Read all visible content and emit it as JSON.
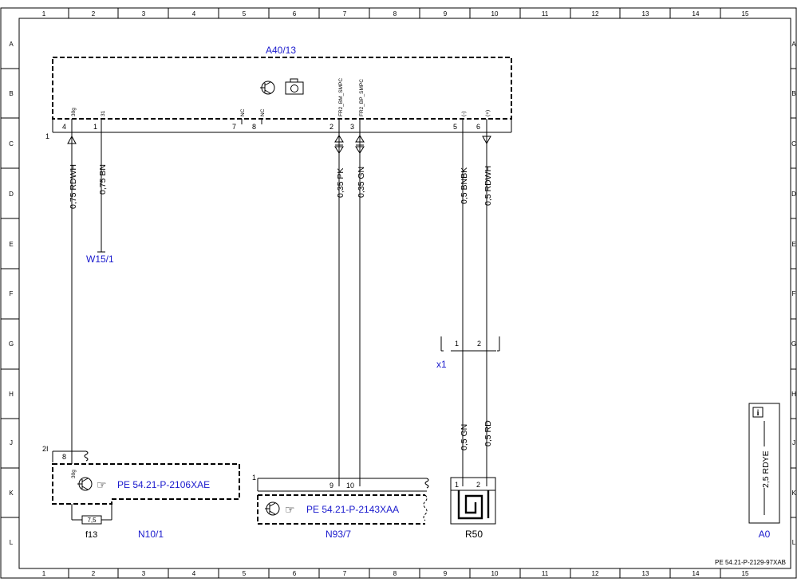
{
  "grid": {
    "columns": [
      "1",
      "2",
      "3",
      "4",
      "5",
      "6",
      "7",
      "8",
      "9",
      "10",
      "11",
      "12",
      "13",
      "14",
      "15"
    ],
    "rows": [
      "A",
      "B",
      "C",
      "D",
      "E",
      "F",
      "G",
      "H",
      "J",
      "K",
      "L"
    ]
  },
  "components": {
    "a40": {
      "label": "A40/13",
      "connector": "1",
      "pins": [
        {
          "num": "4",
          "name": "30g"
        },
        {
          "num": "1",
          "name": "31"
        },
        {
          "num": "7",
          "name": "NC"
        },
        {
          "num": "8",
          "name": "NC"
        },
        {
          "num": "2",
          "name": "FR2_BM_SMPC"
        },
        {
          "num": "3",
          "name": "FR2_BP_SMPC"
        },
        {
          "num": "5",
          "name": "(-)"
        },
        {
          "num": "6",
          "name": "(+)"
        }
      ]
    },
    "w15": {
      "label": "W15/1"
    },
    "x1": {
      "label": "x1",
      "pins": [
        "1",
        "2"
      ]
    },
    "n10": {
      "label": "N10/1",
      "connector": "2I",
      "pin": "8",
      "pin_name": "30g",
      "ref": "PE 54.21-P-2106XAE"
    },
    "f13": {
      "label": "f13",
      "rating": "7,5"
    },
    "n93": {
      "label": "N93/7",
      "connector": "1",
      "pins": [
        "9",
        "10"
      ],
      "ref": "PE 54.21-P-2143XAA"
    },
    "r50": {
      "label": "R50",
      "pins": [
        "1",
        "2"
      ]
    },
    "a0": {
      "label": "A0",
      "wire": "2,5 RDYE"
    }
  },
  "wires": {
    "w1": "0,75 RDWH",
    "w2": "0,75 BN",
    "w3": "0,35 PK",
    "w4": "0,35 GN",
    "w5": "0,5 BNBK",
    "w6": "0,5 RDWH",
    "w7": "0,5 GN",
    "w8": "0,5 RD"
  },
  "doc_ref": "PE 54.21-P-2129-97XAB"
}
